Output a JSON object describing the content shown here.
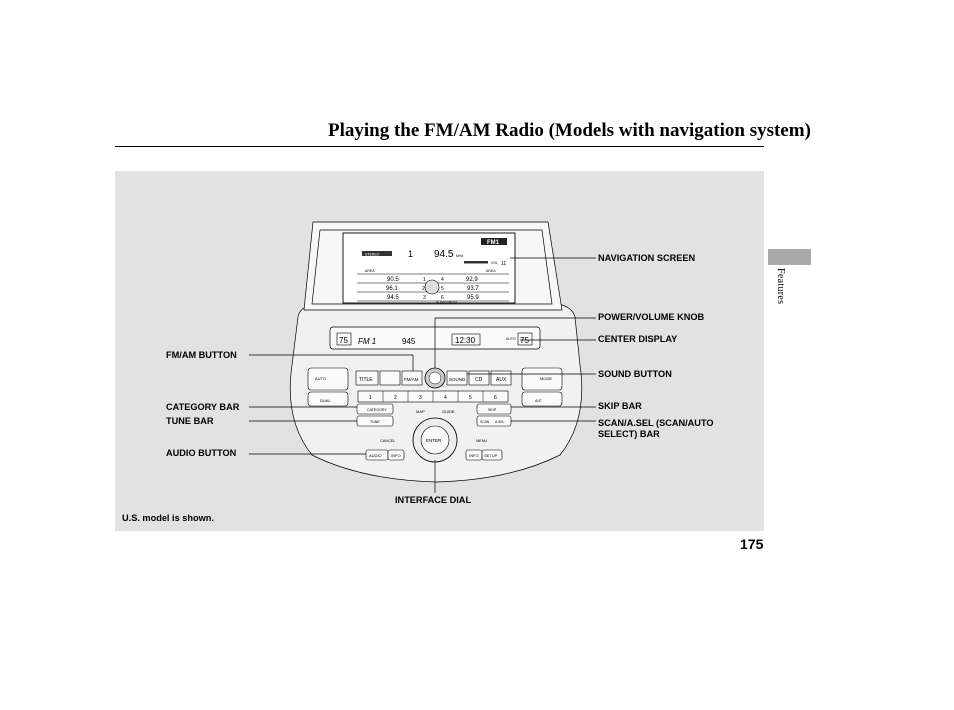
{
  "page": {
    "title": "Playing the FM/AM Radio (Models with navigation system)",
    "section_tab": "Features",
    "page_number": "175",
    "caption": "U.S. model is shown."
  },
  "callouts": {
    "navigation_screen": "NAVIGATION SCREEN",
    "power_volume_knob": "POWER/VOLUME KNOB",
    "center_display": "CENTER DISPLAY",
    "fm_am_button": "FM/AM BUTTON",
    "sound_button": "SOUND BUTTON",
    "category_bar": "CATEGORY BAR",
    "skip_bar": "SKIP BAR",
    "tune_bar": "TUNE BAR",
    "scan_asel_bar_line1": "SCAN/A.SEL (SCAN/AUTO",
    "scan_asel_bar_line2": "SELECT) BAR",
    "audio_button": "AUDIO BUTTON",
    "interface_dial": "INTERFACE DIAL"
  },
  "screen": {
    "band": "FM1",
    "preset_number": "1",
    "frequency": "94.5",
    "frequency_unit": "MHz",
    "volume_label": "VOL",
    "volume_level": "11",
    "stereo": "STEREO",
    "area_left": "AREA",
    "area_right": "AREA",
    "presets": [
      {
        "num": "1",
        "freq": "90.5"
      },
      {
        "num": "2",
        "freq": "96.1"
      },
      {
        "num": "3",
        "freq": "94.5"
      },
      {
        "num": "4",
        "freq": "92.9"
      },
      {
        "num": "5",
        "freq": "93.7"
      },
      {
        "num": "6",
        "freq": "95.9"
      }
    ],
    "menu_label": "AUDIO MENU"
  },
  "center_display": {
    "left_temp": "75",
    "band": "FM 1",
    "frequency": "945",
    "clock": "12:30",
    "auto_label": "AUTO",
    "right_temp": "75"
  },
  "buttons": {
    "title": "TITLE",
    "fm_am": "FM/AM",
    "sound": "SOUND",
    "cd": "CD",
    "aux": "AUX",
    "presets": [
      "1",
      "2",
      "3",
      "4",
      "5",
      "6"
    ],
    "category": "CATEGORY",
    "tune": "TUNE",
    "map": "MAP",
    "guide": "GUIDE",
    "enter": "ENTER",
    "cancel": "CANCEL",
    "menu": "MENU",
    "skip": "SKIP",
    "scan": "SCAN",
    "a_sel": "A.SEL",
    "audio": "AUDIO",
    "setup": "SETUP",
    "info": "INFO",
    "dual": "DUAL",
    "auto": "AUTO",
    "ac": "A/C",
    "mode": "MODE"
  },
  "colors": {
    "figure_background": "#e2e2e2",
    "section_tab": "#a9a9a9"
  }
}
